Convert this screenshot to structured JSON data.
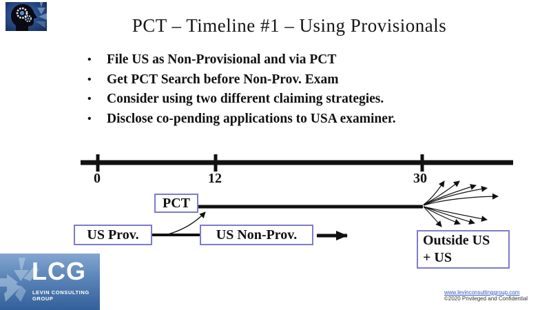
{
  "slide": {
    "title": "PCT – Timeline #1  – Using Provisionals",
    "bullet_glyph": "•",
    "bullets": [
      "File US as Non-Provisional and via PCT",
      "Get PCT Search before Non-Prov. Exam",
      "Consider using two different claiming strategies.",
      "Disclose co-pending applications to USA examiner."
    ],
    "timeline": {
      "tick_labels": [
        "0",
        "12",
        "30"
      ]
    },
    "diagram": {
      "pct_box": "PCT",
      "us_prov_box": "US Prov.",
      "us_non_prov_box": "US Non-Prov.",
      "outside_box_line1": "Outside US",
      "outside_box_line2": "+ US"
    },
    "logo": {
      "acronym": "LCG",
      "name": "LEVIN CONSULTING GROUP"
    },
    "footer": {
      "link": "www.levinconsultinggroup.com",
      "copyright": "©2020 Privileged and Confidential"
    },
    "colors": {
      "box_border": "#7b7bd0",
      "link_blue": "#3355bb",
      "logo_blue": "#33609a",
      "icon_navy": "#16305e"
    }
  }
}
